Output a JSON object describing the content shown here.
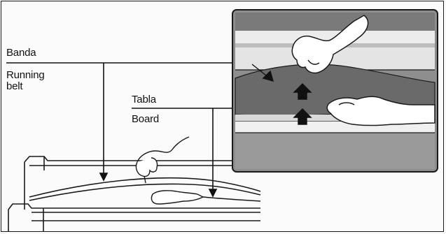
{
  "labels": {
    "belt_es": "Banda",
    "belt_en": "Running belt",
    "board_es": "Tabla",
    "board_en": "Board"
  },
  "colors": {
    "ink": "#111111",
    "inset_bg": "#8c8c8c",
    "inset_dark": "#6e6e6e",
    "inset_light": "#e6e6e6",
    "belt_gray": "#bdbdbd"
  }
}
